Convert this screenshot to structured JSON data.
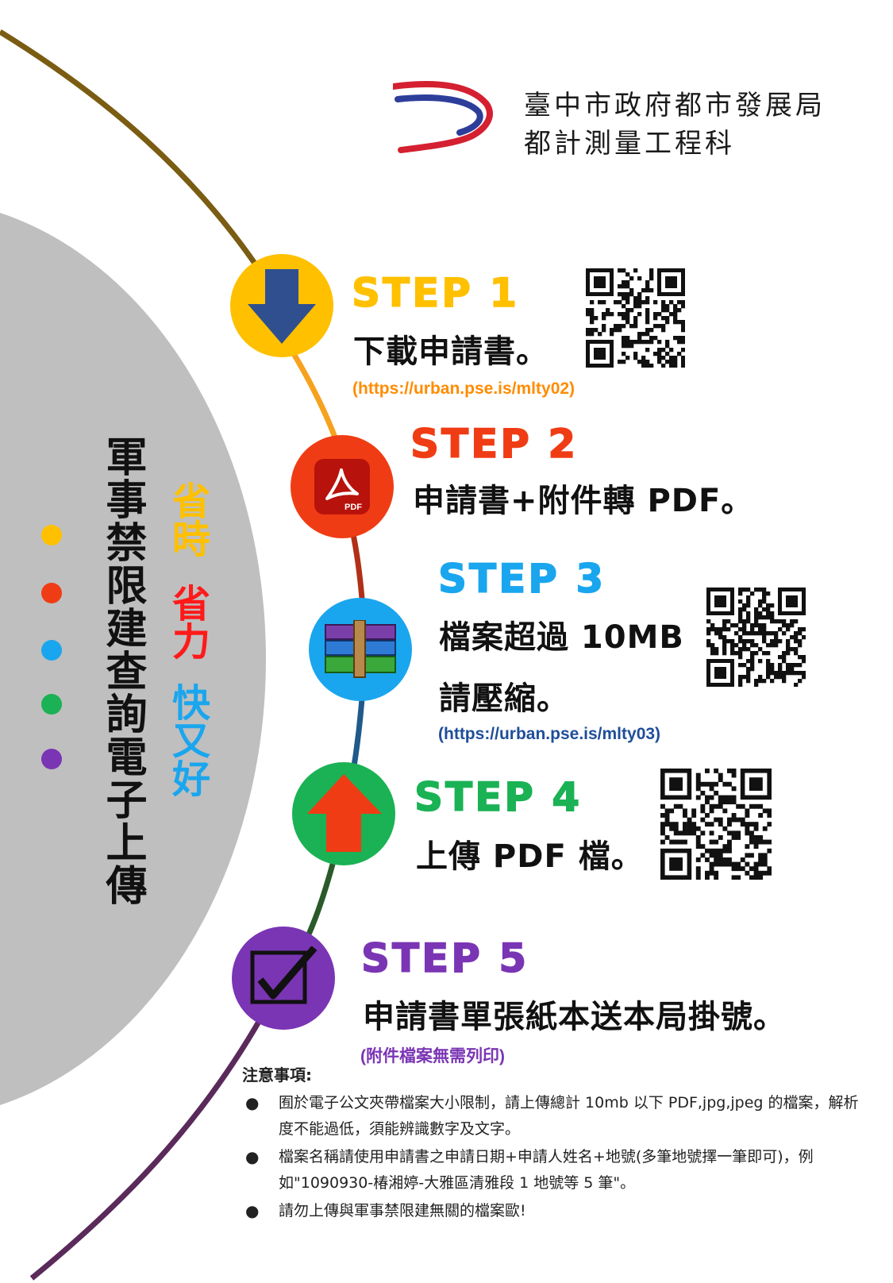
{
  "org": {
    "line1": "臺中市政府都市發展局",
    "line2": "都計測量工程科",
    "logo_colors": [
      "#d42030",
      "#2d3e9a"
    ]
  },
  "side": {
    "title": "軍事禁限建查詢電子上傳",
    "slogan": [
      {
        "text": "省時",
        "color": "#ffc000"
      },
      {
        "text": "省力",
        "color": "#ff1a1a"
      },
      {
        "text": "快又好",
        "color": "#1aa6ee"
      }
    ],
    "dot_colors": [
      "#ffc000",
      "#f03c14",
      "#1aa6ee",
      "#1ab254",
      "#7a35b4"
    ]
  },
  "steps": [
    {
      "title": "STEP 1",
      "text": "下載申請書。",
      "link": "(https://urban.pse.is/mlty02)",
      "color": "#ffc000",
      "link_color": "#ff8c00",
      "icon": "download-arrow-icon"
    },
    {
      "title": "STEP 2",
      "text": "申請書+附件轉 PDF。",
      "color": "#f03c14",
      "icon": "pdf-icon"
    },
    {
      "title": "STEP 3",
      "text": "檔案超過 10MB",
      "text2": "請壓縮。",
      "link": "(https://urban.pse.is/mlty03)",
      "color": "#1aa6ee",
      "link_color": "#1f4e9a",
      "icon": "archive-books-icon"
    },
    {
      "title": "STEP 4",
      "text": "上傳 PDF 檔。",
      "color": "#1ab254",
      "icon": "upload-arrow-icon"
    },
    {
      "title": "STEP 5",
      "text": "申請書單張紙本送本局掛號。",
      "link": "(附件檔案無需列印)",
      "color": "#7a35b4",
      "link_color": "#7a35b4",
      "icon": "checkbox-icon"
    }
  ],
  "notes": {
    "title": "注意事項:",
    "items": [
      "囿於電子公文夾帶檔案大小限制，請上傳總計 10mb 以下 PDF,jpg,jpeg 的檔案，解析度不能過低，須能辨識數字及文字。",
      "檔案名稱請使用申請書之申請日期+申請人姓名+地號(多筆地號擇一筆即可)，例如\"1090930-椿湘婷-大雅區清雅段 1 地號等 5 筆\"。",
      "請勿上傳與軍事禁限建無關的檔案歐!"
    ]
  }
}
